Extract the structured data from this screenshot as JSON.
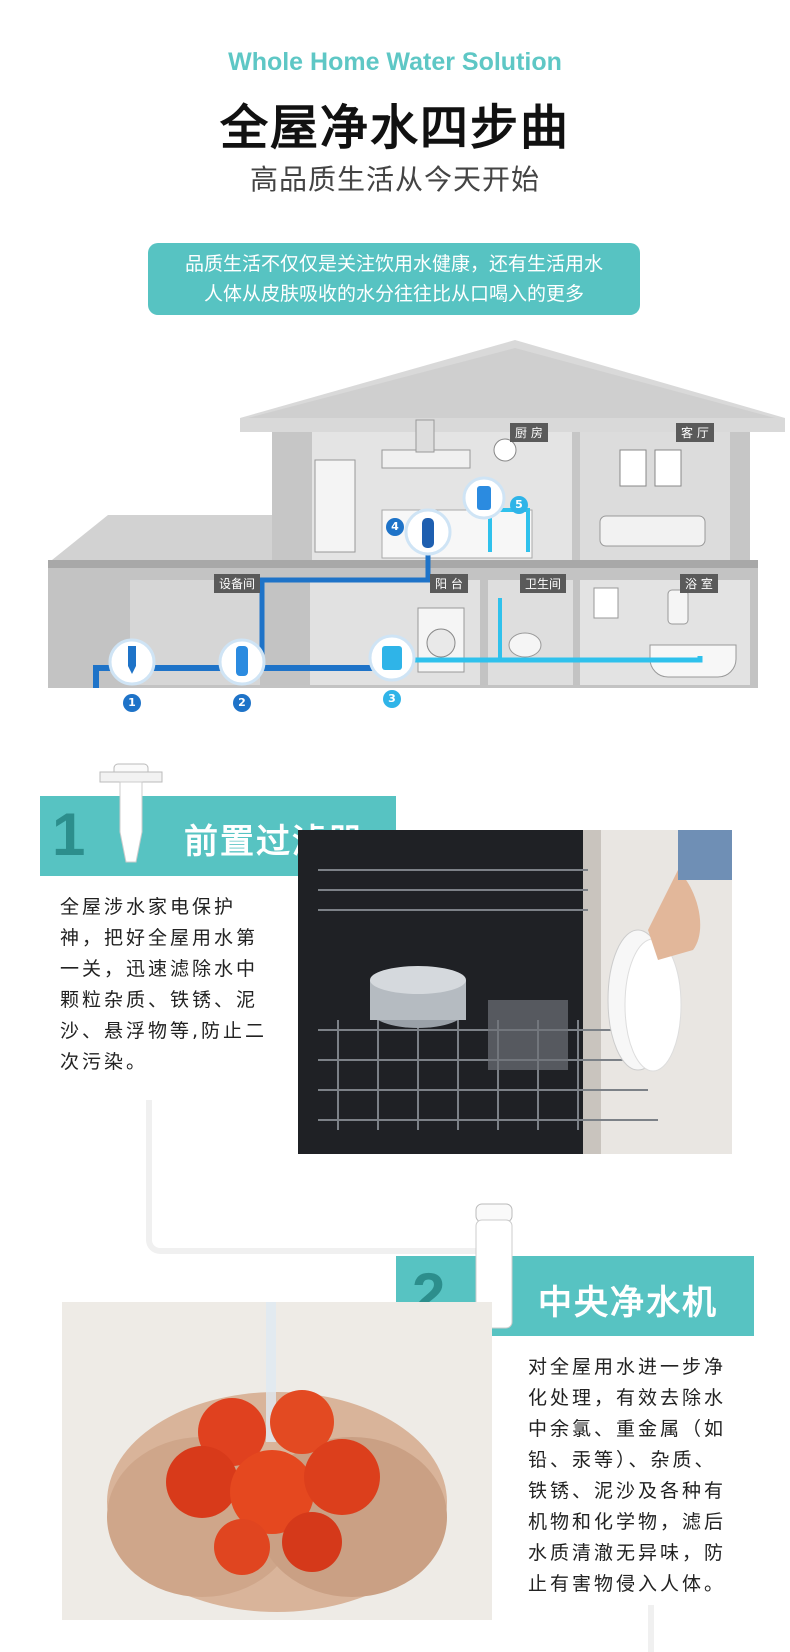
{
  "header": {
    "english_title": "Whole Home Water Solution",
    "main_title": "全屋净水四步曲",
    "subtitle": "高品质生活从今天开始"
  },
  "banner": {
    "line1": "品质生活不仅仅是关注饮用水健康，还有生活用水",
    "line2": "人体从皮肤吸收的水分往往比从口喝入的更多"
  },
  "house": {
    "rooms": {
      "kitchen": "厨 房",
      "living": "客 厅",
      "equipment": "设备间",
      "balcony": "阳 台",
      "toilet": "卫生间",
      "bath": "浴 室"
    },
    "markers": [
      "1",
      "2",
      "3",
      "4",
      "5"
    ],
    "colors": {
      "pipe_dark": "#1e73c8",
      "pipe_light": "#2fc1ec",
      "wall": "#c9c9c9",
      "roof": "#bdbdbd"
    }
  },
  "step1": {
    "number": "1",
    "title": "前置过滤器",
    "lines": [
      "全屋涉水家电保护",
      "神，把好全屋用水第",
      "一关，迅速滤除水中",
      "颗粒杂质、铁锈、泥",
      "沙、悬浮物等,防止二",
      "次污染。"
    ]
  },
  "step2": {
    "number": "2",
    "title": "中央净水机",
    "lines": [
      "对全屋用水进一步净",
      "化处理，有效去除水",
      "中余氯、重金属（如",
      "铅、汞等）、杂质、",
      "铁锈、泥沙及各种有",
      "机物和化学物，滤后",
      "水质清澈无异味，防",
      "止有害物侵入人体。"
    ]
  },
  "colors": {
    "accent": "#57c3c2",
    "accent_dark": "#2c8e8c"
  }
}
